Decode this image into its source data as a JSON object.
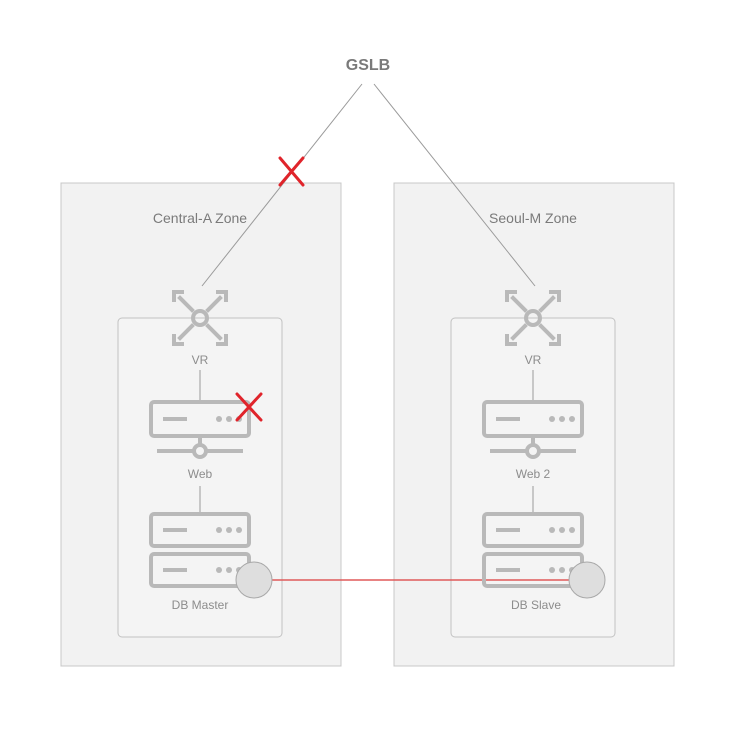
{
  "diagram": {
    "title": "GSLB",
    "zones": [
      {
        "label": "Central-A Zone",
        "router": "VR",
        "web": "Web",
        "db": "DB Master",
        "failed_link": true,
        "failed_web": true
      },
      {
        "label": "Seoul-M Zone",
        "router": "VR",
        "web": "Web 2",
        "db": "DB Slave",
        "failed_link": false,
        "failed_web": false
      }
    ],
    "icons": [
      "router-icon",
      "web-server-icon",
      "db-server-icon",
      "failure-x-icon",
      "replication-node-icon"
    ],
    "colors": {
      "line": "#9a9a9a",
      "icon": "#b9b9b9",
      "zone_fill": "#f2f2f2",
      "zone_border": "#c8c8c8",
      "failure": "#e0242b",
      "replication": "#e05a5a"
    }
  }
}
